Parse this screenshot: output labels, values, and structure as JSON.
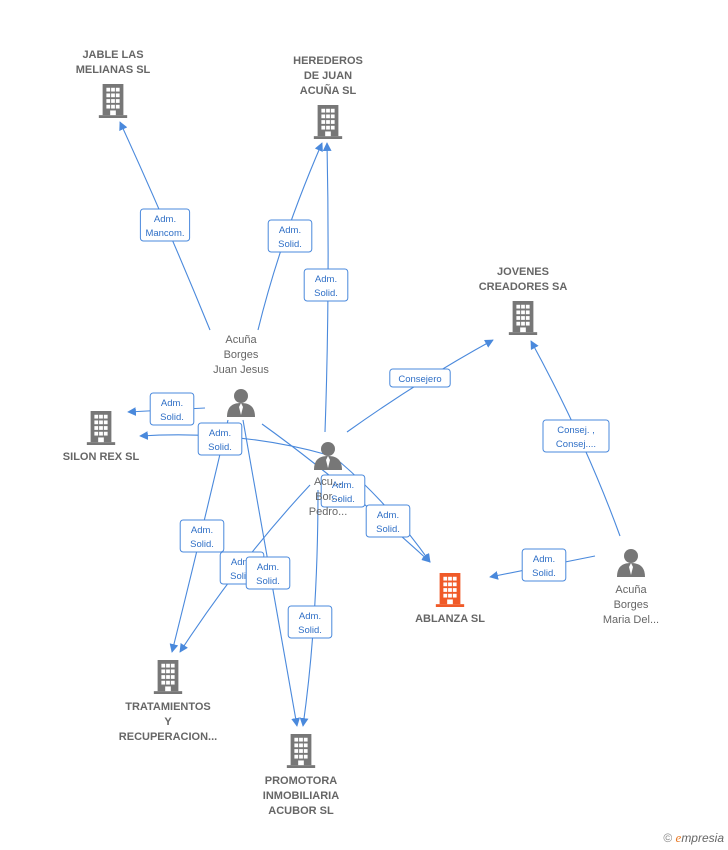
{
  "colors": {
    "edge": "#4a89dc",
    "company": "#777777",
    "focus": "#f05a28",
    "person": "#777777"
  },
  "nodes": [
    {
      "id": "jable",
      "type": "company",
      "label": [
        "JABLE LAS",
        "MELIANAS  SL"
      ]
    },
    {
      "id": "herederos",
      "type": "company",
      "label": [
        "HEREDEROS",
        "DE JUAN",
        "ACUÑA  SL"
      ]
    },
    {
      "id": "jovenes",
      "type": "company",
      "label": [
        "JOVENES",
        "CREADORES SA"
      ]
    },
    {
      "id": "silon",
      "type": "company",
      "label": [
        "SILON REX SL"
      ]
    },
    {
      "id": "ablanza",
      "type": "focus",
      "label": [
        "ABLANZA  SL"
      ]
    },
    {
      "id": "tratamientos",
      "type": "company",
      "label": [
        "TRATAMIENTOS",
        "Y",
        "RECUPERACION..."
      ]
    },
    {
      "id": "promotora",
      "type": "company",
      "label": [
        "PROMOTORA",
        "INMOBILIARIA",
        "ACUBOR  SL"
      ]
    },
    {
      "id": "juan_jesus",
      "type": "person",
      "label": [
        "Acuña",
        "Borges",
        "Juan Jesus"
      ]
    },
    {
      "id": "pedro",
      "type": "person",
      "label": [
        "Acu...",
        "Bor...",
        "Pedro..."
      ]
    },
    {
      "id": "maria",
      "type": "person",
      "label": [
        "Acuña",
        "Borges",
        "Maria Del..."
      ]
    }
  ],
  "edges": [
    {
      "from": "juan_jesus",
      "to": "jable",
      "label": [
        "Adm.",
        "Mancom."
      ]
    },
    {
      "from": "juan_jesus",
      "to": "herederos",
      "label": [
        "Adm.",
        "Solid."
      ]
    },
    {
      "from": "pedro",
      "to": "herederos",
      "label": [
        "Adm.",
        "Solid."
      ]
    },
    {
      "from": "pedro",
      "to": "jovenes",
      "label": [
        "Consejero"
      ]
    },
    {
      "from": "maria",
      "to": "jovenes",
      "label": [
        "Consej. ,",
        "Consej...."
      ]
    },
    {
      "from": "juan_jesus",
      "to": "silon",
      "label": [
        "Adm.",
        "Solid."
      ]
    },
    {
      "from": "pedro",
      "to": "silon",
      "label": [
        "Adm.",
        "Solid."
      ]
    },
    {
      "from": "juan_jesus",
      "to": "ablanza",
      "label": [
        "Adm.",
        "Solid."
      ]
    },
    {
      "from": "pedro",
      "to": "ablanza",
      "label": [
        "Adm.",
        "Solid."
      ]
    },
    {
      "from": "maria",
      "to": "ablanza",
      "label": [
        "Adm.",
        "Solid."
      ]
    },
    {
      "from": "juan_jesus",
      "to": "tratamientos",
      "label": [
        "Adm.",
        "Solid."
      ]
    },
    {
      "from": "pedro",
      "to": "tratamientos",
      "label": [
        "Adm.",
        "Solid."
      ]
    },
    {
      "from": "juan_jesus",
      "to": "promotora",
      "label": [
        "Adm.",
        "Solid."
      ]
    },
    {
      "from": "pedro",
      "to": "promotora",
      "label": [
        "Adm.",
        "Solid."
      ]
    }
  ],
  "footer": {
    "copyright": "©",
    "brand_initial": "e",
    "brand_rest": "mpresia"
  }
}
